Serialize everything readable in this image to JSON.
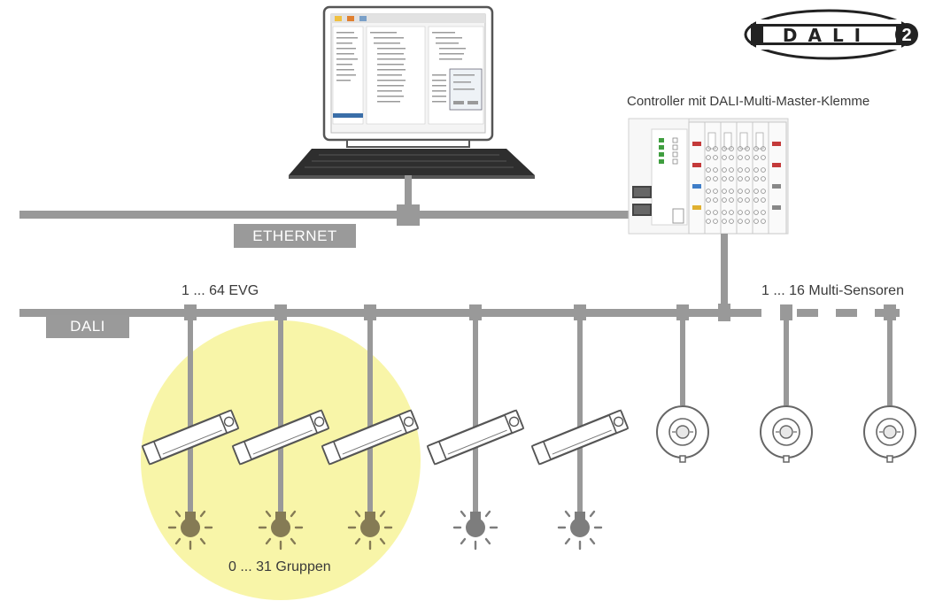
{
  "logo": {
    "text": "DALI",
    "version": "2"
  },
  "controller": {
    "title": "Controller mit DALI-Multi-Master-Klemme"
  },
  "buses": {
    "ethernet_label": "ETHERNET",
    "dali_label": "DALI"
  },
  "labels": {
    "evg_count": "1 ... 64 EVG",
    "sensor_count": "1 ... 16 Multi-Sensoren",
    "groups": "0 ... 31 Gruppen"
  },
  "colors": {
    "bus_line": "#999999",
    "group_highlight": "#f8f5a8",
    "lamp_grouped": "#857b55",
    "lamp_ungrouped": "#7d7d7d"
  },
  "evg_units": [
    {
      "grouped": true
    },
    {
      "grouped": true
    },
    {
      "grouped": true
    },
    {
      "grouped": false
    },
    {
      "grouped": false
    }
  ],
  "sensor_units": 3
}
